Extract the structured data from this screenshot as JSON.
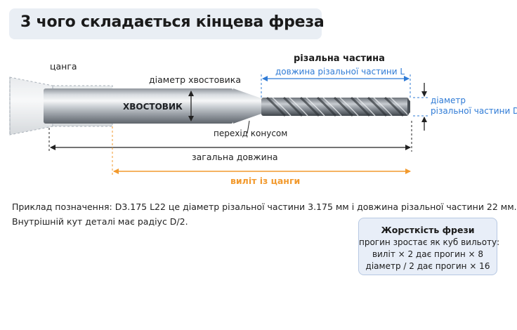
{
  "title": "3 чого складається кінцева фреза",
  "labels": {
    "collet": "цанга",
    "shank_diameter": "діаметр хвостовика",
    "shank": "ХВОСТОВИК",
    "cutting_part": "різальна частина",
    "cutting_length": "довжина різальної частини L",
    "cutting_diameter_line1": "діаметр",
    "cutting_diameter_line2": "різальної частини D",
    "taper_transition": "перехід конусом",
    "overall_length": "загальна довжина",
    "stickout": "виліт із цанги"
  },
  "description": {
    "line1": "Приклад позначення: D3.175 L22 це діаметр різальної частини 3.175 мм і довжина різальної частини 22 мм.",
    "line2": "Внутрішній кут деталі має радіус D/2."
  },
  "rigidity_card": {
    "title": "Жорсткість фрези",
    "line1": "прогин зростає як куб вильоту:",
    "line2": "виліт × 2 дає прогин × 8",
    "line3": "діаметр / 2 дає прогин × 16"
  },
  "colors": {
    "blue_accent": "#2f7bd6",
    "orange_accent": "#f29a2e",
    "dimension_dark": "#222222"
  }
}
